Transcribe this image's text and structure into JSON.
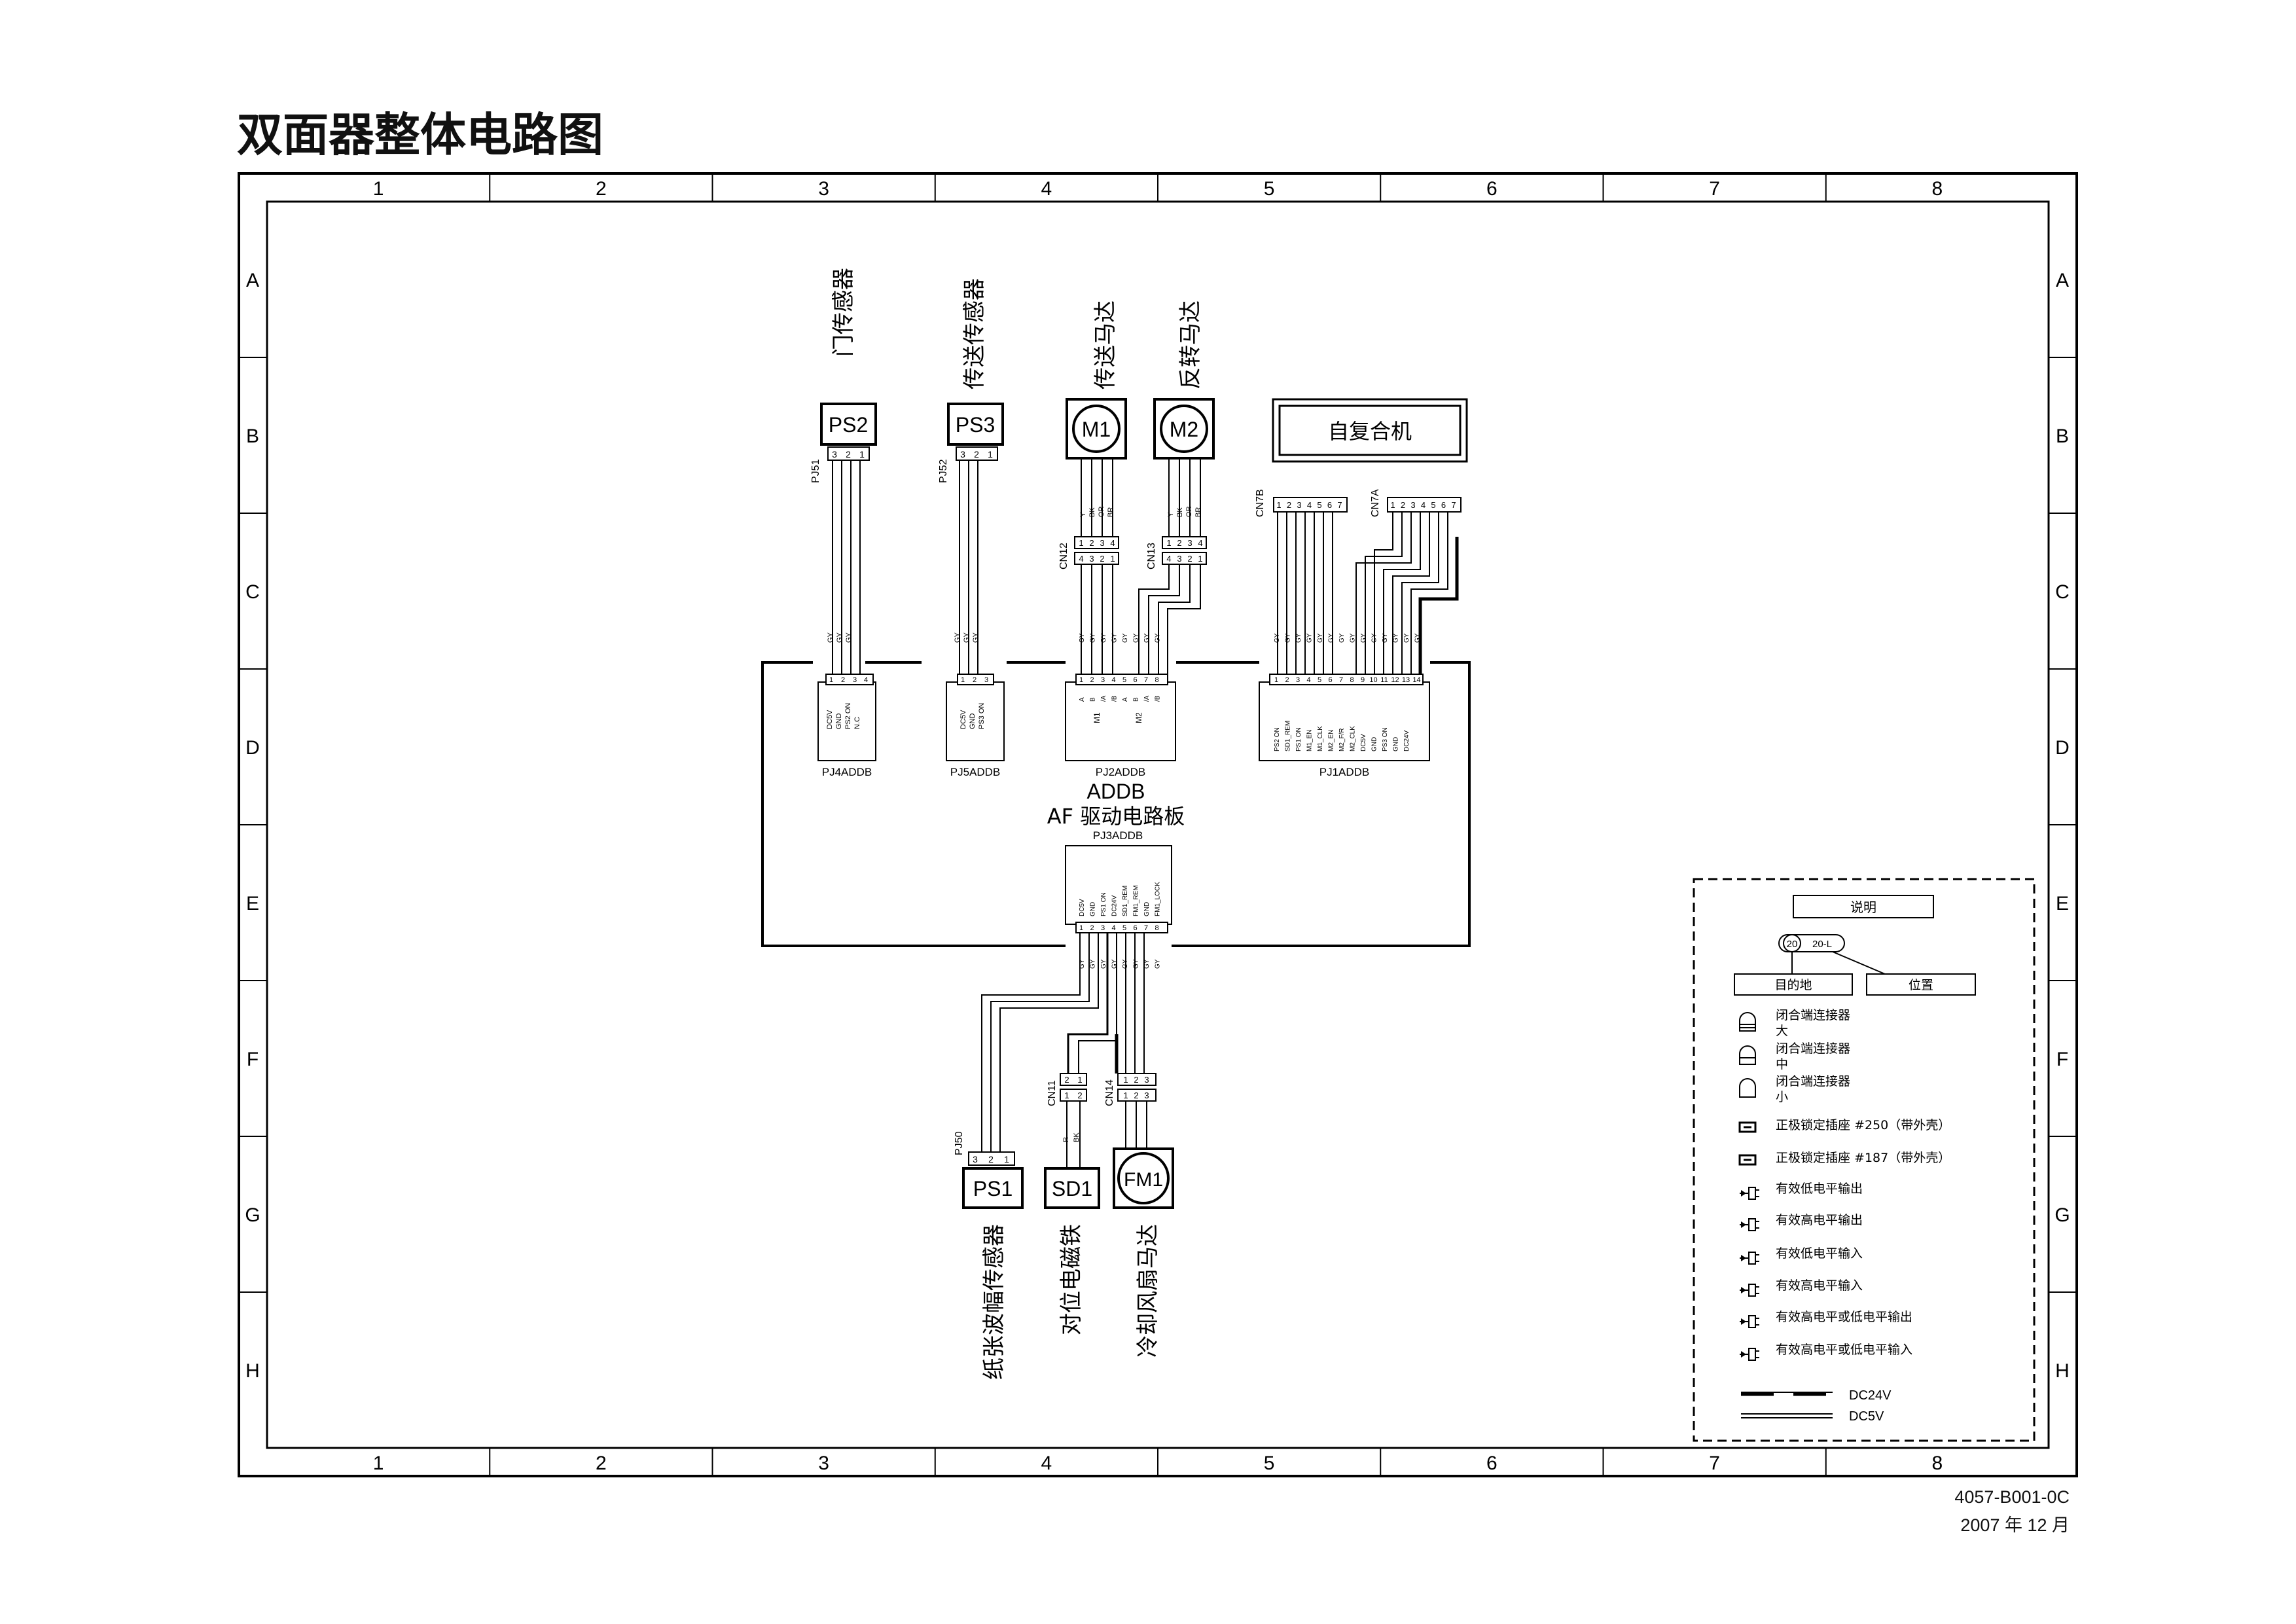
{
  "title": "双面器整体电路图",
  "footer": {
    "code": "4057-B001-0C",
    "date": "2007 年 12 月"
  },
  "grid": {
    "columns": [
      "1",
      "2",
      "3",
      "4",
      "5",
      "6",
      "7",
      "8"
    ],
    "rows": [
      "A",
      "B",
      "C",
      "D",
      "E",
      "F",
      "G",
      "H"
    ]
  },
  "board": {
    "name": "ADDB",
    "desc": "AF 驱动电路板",
    "pj3": "PJ3ADDB"
  },
  "components": {
    "ps2": {
      "id": "PS2",
      "label": "门传感器",
      "connector": "PJ51",
      "pins": [
        "3",
        "2",
        "1"
      ]
    },
    "ps3": {
      "id": "PS3",
      "label": "传送传感器",
      "connector": "PJ52",
      "pins": [
        "3",
        "2",
        "1"
      ]
    },
    "m1": {
      "id": "M1",
      "label": "传送马达",
      "wires": [
        "Y",
        "BK",
        "OR",
        "BR"
      ],
      "cn": "CN12",
      "cn_pins_top": [
        "1",
        "2",
        "3",
        "4"
      ],
      "cn_pins_bottom": [
        "4",
        "3",
        "2",
        "1"
      ]
    },
    "m2": {
      "id": "M2",
      "label": "反转马达",
      "wires": [
        "Y",
        "BK",
        "OR",
        "BR"
      ],
      "cn": "CN13",
      "cn_pins_top": [
        "1",
        "2",
        "3",
        "4"
      ],
      "cn_pins_bottom": [
        "4",
        "3",
        "2",
        "1"
      ]
    },
    "reset": {
      "label": "自复合机",
      "cn7b": "CN7B",
      "cn7a": "CN7A",
      "pins7": [
        "1",
        "2",
        "3",
        "4",
        "5",
        "6",
        "7"
      ]
    },
    "ps1": {
      "id": "PS1",
      "label": "纸张波幅传感器",
      "connector": "PJ50",
      "pins": [
        "3",
        "2",
        "1"
      ]
    },
    "sd1": {
      "id": "SD1",
      "label": "对位电磁铁",
      "cn": "CN11",
      "pins_top": [
        "2",
        "1"
      ],
      "pins_bottom": [
        "1",
        "2"
      ],
      "wires": [
        "R",
        "BK"
      ]
    },
    "fm1": {
      "id": "FM1",
      "label": "冷却风扇马达",
      "cn": "CN14",
      "pins": [
        "1",
        "2",
        "3"
      ]
    }
  },
  "connectors": {
    "pj4": {
      "name": "PJ4ADDB",
      "pins": [
        "1",
        "2",
        "3",
        "4"
      ],
      "signals": [
        "DC5V",
        "GND",
        "PS2 ON",
        "N.C"
      ],
      "wires": [
        "GY",
        "GY",
        "GY"
      ]
    },
    "pj5": {
      "name": "PJ5ADDB",
      "pins": [
        "1",
        "2",
        "3"
      ],
      "signals": [
        "DC5V",
        "GND",
        "PS3 ON"
      ],
      "wires": [
        "GY",
        "GY",
        "GY"
      ]
    },
    "pj2": {
      "name": "PJ2ADDB",
      "pins": [
        "1",
        "2",
        "3",
        "4",
        "5",
        "6",
        "7",
        "8"
      ],
      "signals": [
        "A",
        "B",
        "/A",
        "/B",
        "A",
        "B",
        "/A",
        "/B"
      ],
      "groups": [
        "M1",
        "M2"
      ],
      "wires": [
        "GY",
        "GY",
        "GY",
        "GY",
        "GY",
        "GY",
        "GY",
        "GY"
      ]
    },
    "pj1": {
      "name": "PJ1ADDB",
      "pins": [
        "1",
        "2",
        "3",
        "4",
        "5",
        "6",
        "7",
        "8",
        "9",
        "10",
        "11",
        "12",
        "13",
        "14"
      ],
      "signals": [
        "PS2 ON",
        "SD1_REM",
        "PS1 ON",
        "M1_EN",
        "M1_CLK",
        "M2_EN",
        "M2_F/R",
        "M2_CLK",
        "DC5V",
        "GND",
        "PS3 ON",
        "GND",
        "DC24V"
      ],
      "wires": [
        "GY",
        "GY",
        "GY",
        "GY",
        "GY",
        "GY",
        "GY",
        "GY",
        "GY",
        "GY",
        "GY",
        "GY",
        "GY",
        "GY"
      ]
    },
    "pj3": {
      "name": "PJ3ADDB",
      "pins": [
        "1",
        "2",
        "3",
        "4",
        "5",
        "6",
        "7",
        "8"
      ],
      "signals": [
        "DC5V",
        "GND",
        "PS1 ON",
        "DC24V",
        "SD1_REM",
        "FM1_REM",
        "GND",
        "FM1_LOCK"
      ],
      "wires": [
        "GY",
        "GY",
        "GY",
        "GY",
        "GY",
        "GY",
        "GY",
        "GY"
      ]
    }
  },
  "legend": {
    "title": "说明",
    "example_left": "20",
    "example_right": "20-L",
    "destination": "目的地",
    "position": "位置",
    "items": [
      "闭合端连接器\n大",
      "闭合端连接器\n中",
      "闭合端连接器\n小",
      "正极锁定插座 #250（带外壳）",
      "正极锁定插座 #187（带外壳）",
      "有效低电平输出",
      "有效高电平输出",
      "有效低电平输入",
      "有效高电平输入",
      "有效高电平或低电平输出",
      "有效高电平或低电平输入"
    ],
    "dc24v": "DC24V",
    "dc5v": "DC5V"
  }
}
